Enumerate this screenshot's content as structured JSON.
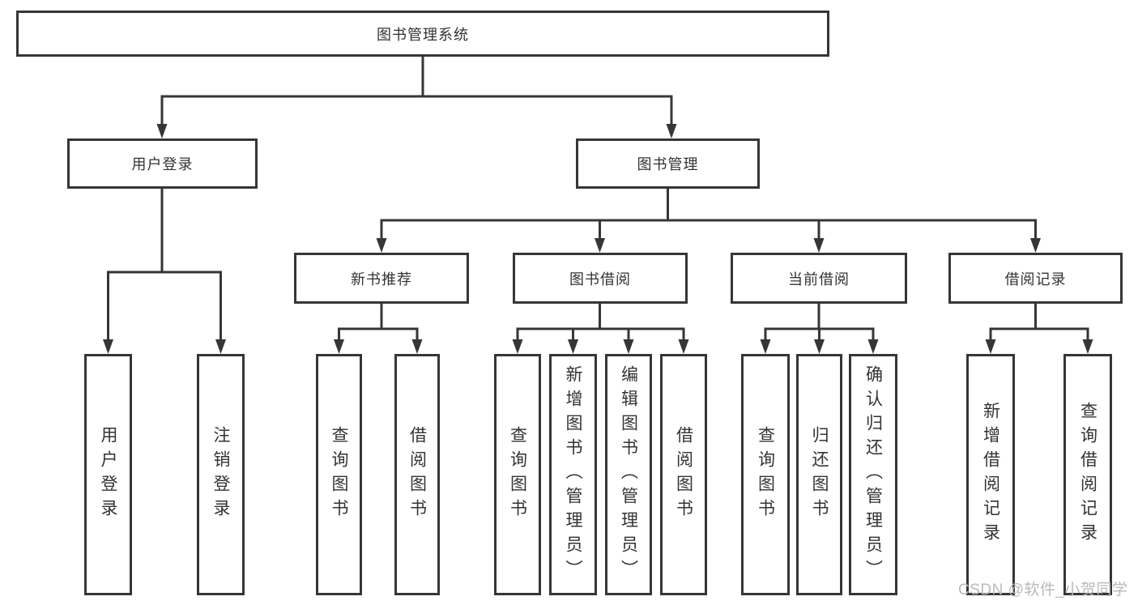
{
  "diagram": {
    "root": {
      "label": "图书管理系统"
    },
    "branches": {
      "user_login": {
        "label": "用户登录",
        "children": {
          "login": "用户登录",
          "logout": "注销登录"
        }
      },
      "book_mgmt": {
        "label": "图书管理",
        "sections": {
          "new_books": {
            "label": "新书推荐",
            "children": {
              "query": "查询图书",
              "borrow": "借阅图书"
            }
          },
          "book_borrow": {
            "label": "图书借阅",
            "children": {
              "query": "查询图书",
              "add": "新增图书（管理员）",
              "edit": "编辑图书（管理员）",
              "borrow": "借阅图书"
            }
          },
          "current_borrow": {
            "label": "当前借阅",
            "children": {
              "query": "查询图书",
              "return": "归还图书",
              "confirm": "确认归还（管理员）"
            }
          },
          "borrow_records": {
            "label": "借阅记录",
            "children": {
              "add": "新增借阅记录",
              "query": "查询借阅记录"
            }
          }
        }
      }
    }
  },
  "watermark": {
    "text": "CSDN @软件_小贺同学"
  },
  "colors": {
    "line": "#363636",
    "text": "#333333",
    "watermark": "#b9b9bd",
    "background": "#ffffff"
  }
}
